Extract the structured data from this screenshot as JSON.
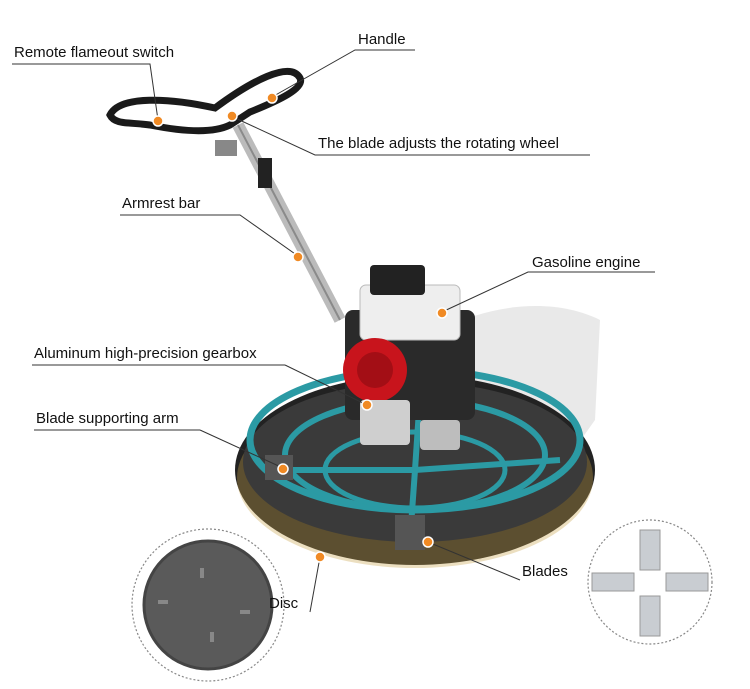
{
  "labels": {
    "remote_flameout_switch": "Remote flameout switch",
    "handle": "Handle",
    "blade_adjusts_wheel": "The blade adjusts the rotating wheel",
    "armrest_bar": "Armrest bar",
    "gasoline_engine": "Gasoline engine",
    "gearbox": "Aluminum high-precision gearbox",
    "blade_supporting_arm": "Blade supporting arm",
    "blades": "Blades",
    "disc": "Disc"
  },
  "colors": {
    "frame": "#2b9aa4",
    "engine_red": "#c8141c",
    "engine_white": "#f0f0f0",
    "marker": "#f08a24",
    "leader_line": "#333333",
    "disc_gray": "#5a5a5a"
  }
}
